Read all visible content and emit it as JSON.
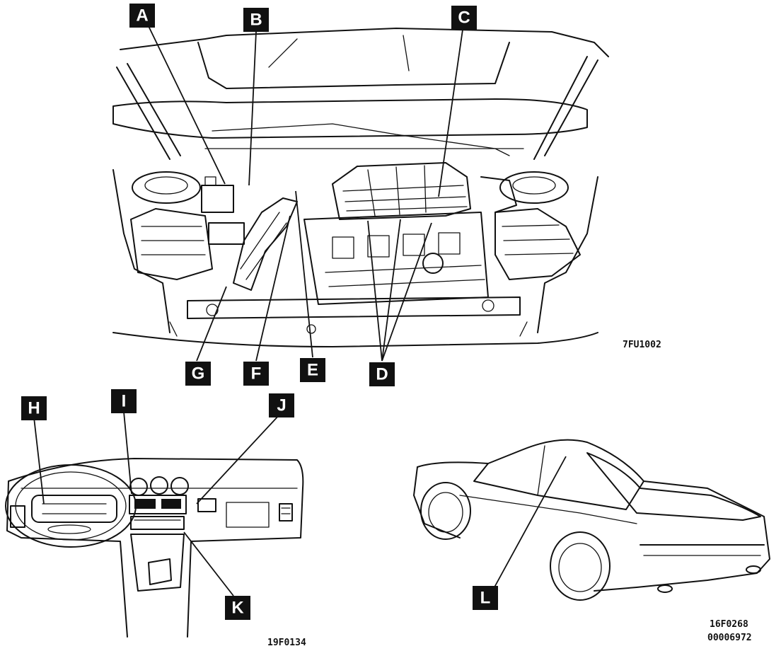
{
  "callouts": {
    "A": "A",
    "B": "B",
    "C": "C",
    "D": "D",
    "E": "E",
    "F": "F",
    "G": "G",
    "H": "H",
    "I": "I",
    "J": "J",
    "K": "K",
    "L": "L"
  },
  "figure_codes": {
    "engine": "7FU1002",
    "dashboard": "19F0134",
    "car": "16F0268",
    "document": "00006972"
  }
}
